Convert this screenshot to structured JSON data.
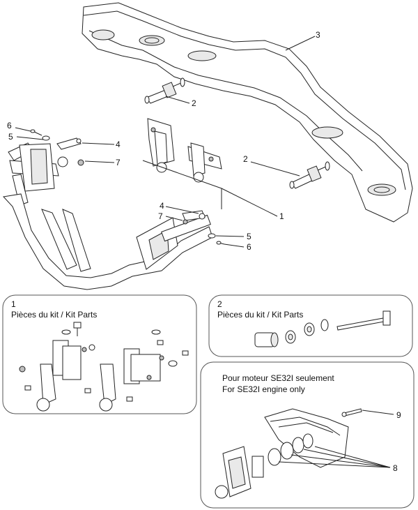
{
  "callouts": {
    "c1": "1",
    "c2a": "2",
    "c2b": "2",
    "c3": "3",
    "c4a": "4",
    "c4b": "4",
    "c5a": "5",
    "c5b": "5",
    "c6a": "6",
    "c6b": "6",
    "c7a": "7",
    "c7b": "7",
    "c8": "8",
    "c9": "9"
  },
  "kit1": {
    "number": "1",
    "title": "Pièces du kit / Kit Parts"
  },
  "kit2": {
    "number": "2",
    "title": "Pièces du kit / Kit Parts"
  },
  "engine_note": {
    "line1": "Pour moteur SE32I seulement",
    "line2": "For SE32I engine only"
  }
}
